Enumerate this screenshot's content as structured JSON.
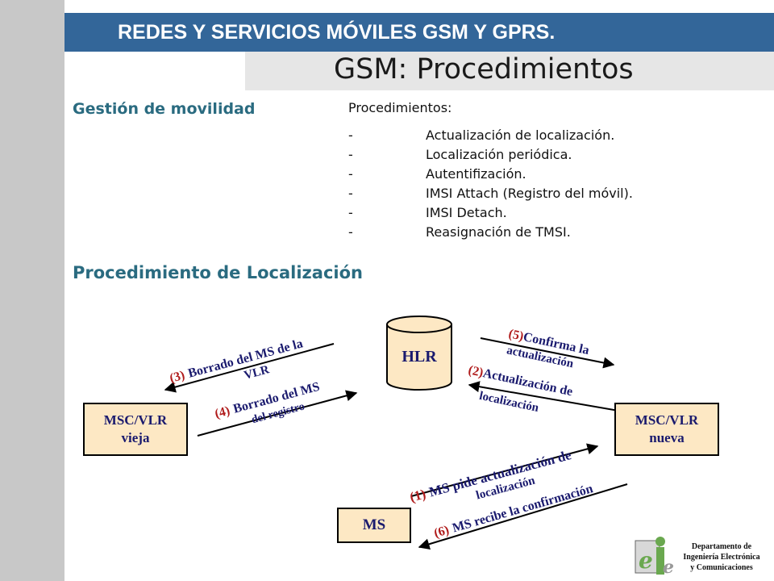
{
  "header": {
    "course_title": "REDES Y SERVICIOS MÓVILES GSM Y GPRS.",
    "slide_title": "GSM: Procedimientos"
  },
  "mobility": {
    "title": "Gestión de movilidad",
    "list_heading": "Procedimientos:",
    "items": [
      {
        "dash": "-",
        "text": "Actualización de localización."
      },
      {
        "dash": "-",
        "text": "Localización periódica."
      },
      {
        "dash": "-",
        "text": "Autentifización."
      },
      {
        "dash": "-",
        "text": "IMSI Attach (Registro del móvil)."
      },
      {
        "dash": "-",
        "text": "IMSI Detach."
      },
      {
        "dash": "-",
        "text": "Reasignación de TMSI."
      }
    ]
  },
  "location_procedure": {
    "title": "Procedimiento de Localización",
    "nodes": {
      "hlr": "HLR",
      "msc_old": {
        "line1": "MSC/VLR",
        "line2": "vieja"
      },
      "msc_new": {
        "line1": "MSC/VLR",
        "line2": "nueva"
      },
      "ms": "MS"
    },
    "steps": [
      {
        "num": "(1)",
        "line1": "MS pide actualización de",
        "line2": "localización"
      },
      {
        "num": "(2)",
        "line1": "Actualización de",
        "line2": "localización"
      },
      {
        "num": "(3)",
        "line1": "Borrado del MS de la",
        "line2": "VLR"
      },
      {
        "num": "(4)",
        "line1": "Borrado del MS",
        "line2": "del registro"
      },
      {
        "num": "(5)",
        "line1": "Confirma la",
        "line2": "actualización"
      },
      {
        "num": "(6)",
        "line1": "MS recibe la confirmación",
        "line2": ""
      }
    ]
  },
  "colors": {
    "header_band": "#336699",
    "title_band": "#e6e6e6",
    "section_title": "#2a6b80",
    "box_fill": "#fde8c4",
    "label_text": "#1a1a6e",
    "step_number": "#b01c1c"
  },
  "footer": {
    "dept_line1": "Departamento de",
    "dept_line2": "Ingeniería Electrónica",
    "dept_line3": "y Comunicaciones"
  }
}
